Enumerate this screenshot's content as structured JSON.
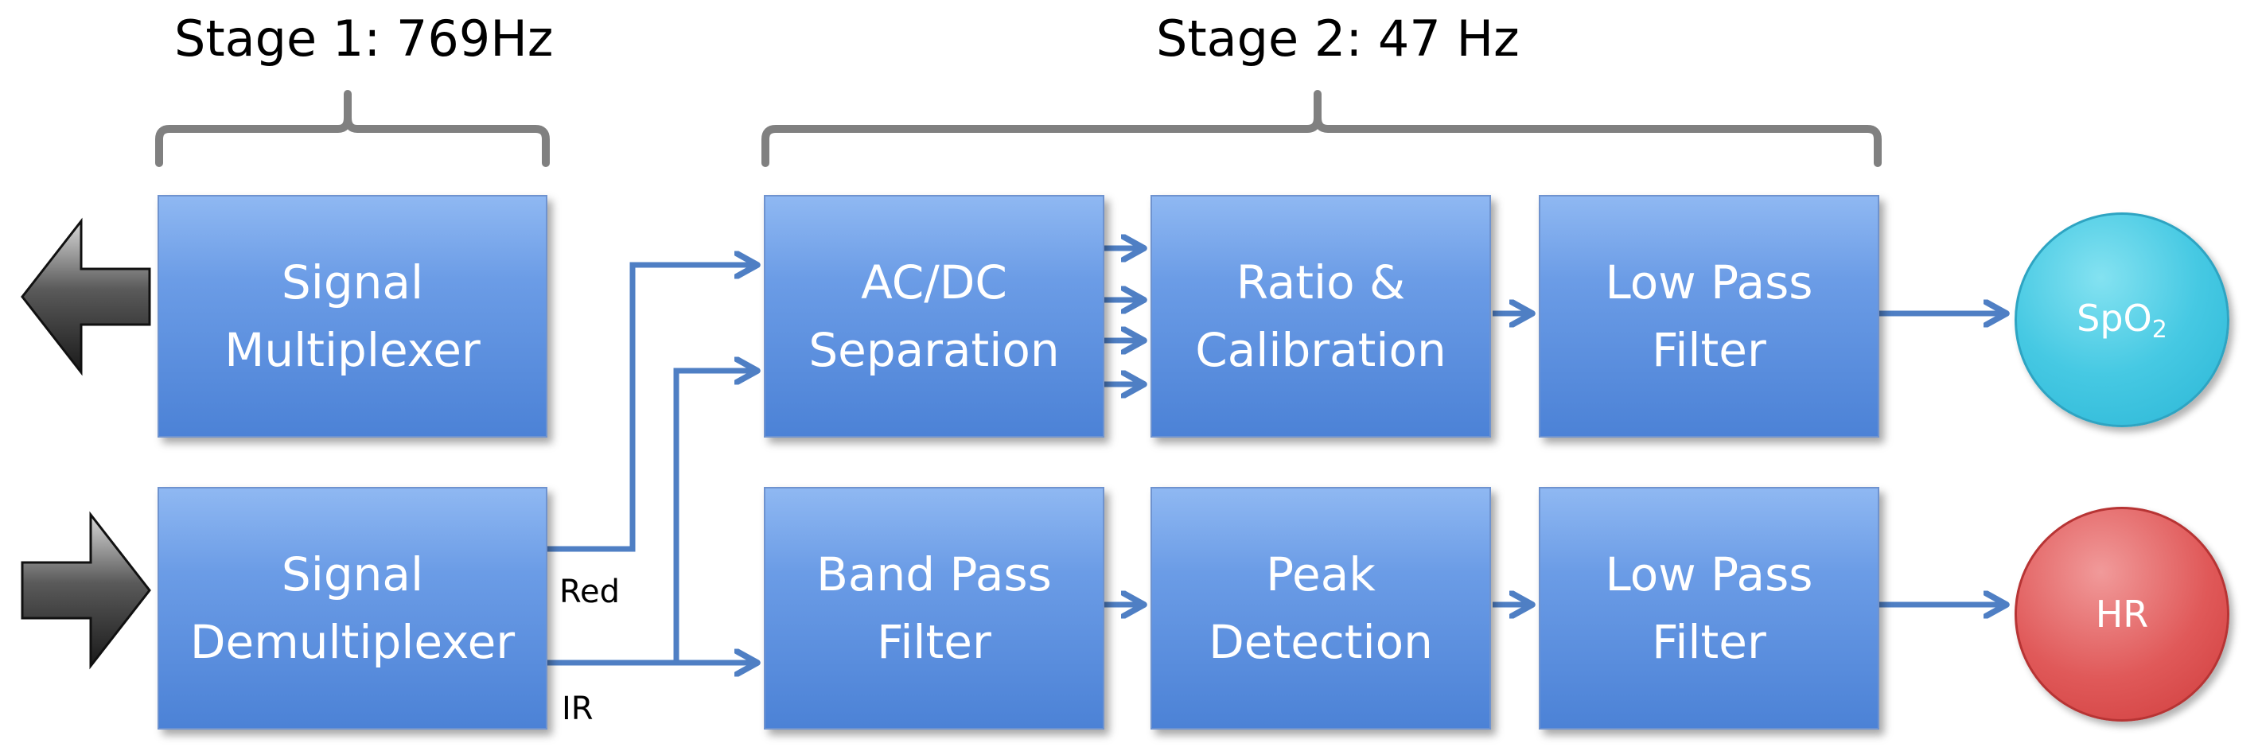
{
  "stages": {
    "stage1": "Stage 1: 769Hz",
    "stage2": "Stage 2: 47 Hz"
  },
  "blocks": {
    "signal_multiplexer": [
      "Signal",
      "Multiplexer"
    ],
    "signal_demultiplexer": [
      "Signal",
      "Demultiplexer"
    ],
    "ac_dc_separation": [
      "AC/DC",
      "Separation"
    ],
    "ratio_calibration": [
      "Ratio &",
      "Calibration"
    ],
    "low_pass_filter_top": [
      "Low Pass",
      "Filter"
    ],
    "band_pass_filter": [
      "Band Pass",
      "Filter"
    ],
    "peak_detection": [
      "Peak",
      "Detection"
    ],
    "low_pass_filter_bottom": [
      "Low Pass",
      "Filter"
    ]
  },
  "signals": {
    "red": "Red",
    "ir": "IR"
  },
  "outputs": {
    "spo2_main": "SpO",
    "spo2_sub": "2",
    "hr": "HR"
  },
  "colors": {
    "block_fill": "#6b9ce6",
    "connector": "#4f7fc4",
    "bracket": "#808080",
    "spo2": "#46c9e3",
    "hr": "#e05959"
  }
}
